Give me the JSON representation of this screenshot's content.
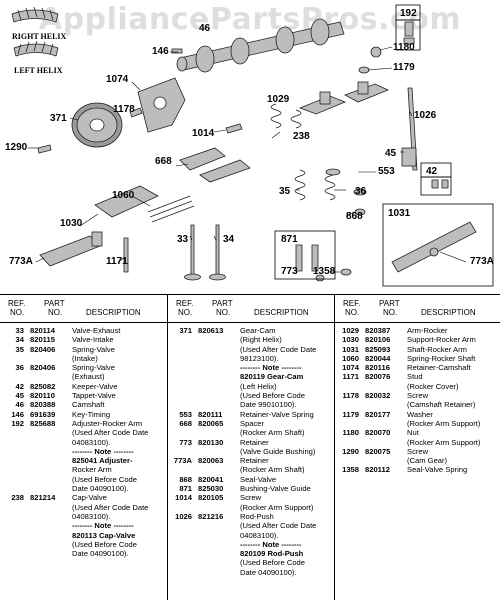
{
  "watermark": "AppliancePartsPros.com",
  "helix": {
    "right": "RIGHT HELIX",
    "left": "LEFT HELIX"
  },
  "callouts": {
    "c46": "46",
    "c146": "146",
    "c192": "192",
    "c1180": "1180",
    "c1179": "1179",
    "c1074": "1074",
    "c1178": "1178",
    "c371": "371",
    "c1290": "1290",
    "c1029": "1029",
    "c1026": "1026",
    "c1014": "1014",
    "c238": "238",
    "c45": "45",
    "c668": "668",
    "c553": "553",
    "c42": "42",
    "c1060": "1060",
    "c35": "35",
    "c36": "36",
    "c868": "868",
    "c1031": "1031",
    "c1030": "1030",
    "c33": "33",
    "c34": "34",
    "c871": "871",
    "c773a_left": "773A",
    "c1171": "1171",
    "c773": "773",
    "c1358": "1358",
    "c773a_right": "773A"
  },
  "table": {
    "headers": {
      "ref_top": "REF.",
      "ref_bottom": "NO.",
      "part_top": "PART",
      "part_bottom": "NO.",
      "description": "DESCRIPTION"
    },
    "columns": [
      [
        {
          "ref": "33",
          "part": "820114",
          "lines": [
            "Valve-Exhaust"
          ]
        },
        {
          "ref": "34",
          "part": "820115",
          "lines": [
            "Valve-Intake"
          ]
        },
        {
          "ref": "35",
          "part": "820406",
          "lines": [
            "Spring-Valve",
            "(Intake)"
          ]
        },
        {
          "ref": "36",
          "part": "820406",
          "lines": [
            "Spring-Valve",
            "(Exhaust)"
          ]
        },
        {
          "ref": "42",
          "part": "825082",
          "lines": [
            "Keeper-Valve"
          ]
        },
        {
          "ref": "45",
          "part": "820110",
          "lines": [
            "Tappet-Valve"
          ]
        },
        {
          "ref": "46",
          "part": "820388",
          "lines": [
            "Camshaft"
          ]
        },
        {
          "ref": "146",
          "part": "691639",
          "lines": [
            "Key-Timing"
          ]
        },
        {
          "ref": "192",
          "part": "825688",
          "lines": [
            "Adjuster-Rocker Arm",
            "(Used After Code Date",
            "04083100)."
          ]
        },
        {
          "ref": "",
          "part": "",
          "lines": [
            "-------- Note --------",
            "825041 Adjuster-",
            "Rocker Arm",
            "(Used Before Code",
            "Date 04090100)."
          ],
          "bold": [
            0,
            1
          ]
        },
        {
          "ref": "238",
          "part": "821214",
          "lines": [
            "Cap-Valve",
            "(Used After Code Date",
            "04083100)."
          ]
        },
        {
          "ref": "",
          "part": "",
          "lines": [
            "-------- Note --------",
            "820113 Cap-Valve",
            "(Used Before Code",
            "Date 04090100)."
          ],
          "bold": [
            0,
            1
          ]
        }
      ],
      [
        {
          "ref": "371",
          "part": "820613",
          "lines": [
            "Gear-Cam",
            "(Right Helix)",
            "(Used After Code Date",
            "98123100)."
          ]
        },
        {
          "ref": "",
          "part": "",
          "lines": [
            "-------- Note --------",
            "820119 Gear-Cam",
            "(Left Helix)",
            "(Used Before Code",
            "Date 99010100)."
          ],
          "bold": [
            0,
            1
          ]
        },
        {
          "ref": "553",
          "part": "820111",
          "lines": [
            "Retainer-Valve Spring"
          ]
        },
        {
          "ref": "668",
          "part": "820065",
          "lines": [
            "Spacer",
            "(Rocker Arm Shaft)"
          ]
        },
        {
          "ref": "773",
          "part": "820130",
          "lines": [
            "Retainer",
            "(Valve Guide Bushing)"
          ]
        },
        {
          "ref": "773A",
          "part": "820063",
          "lines": [
            "Retainer",
            "(Rocker Arm Shaft)"
          ]
        },
        {
          "ref": "868",
          "part": "820041",
          "lines": [
            "Seal-Valve"
          ]
        },
        {
          "ref": "871",
          "part": "825030",
          "lines": [
            "Bushing-Valve Guide"
          ]
        },
        {
          "ref": "1014",
          "part": "820105",
          "lines": [
            "Screw",
            "(Rocker Arm Support)"
          ]
        },
        {
          "ref": "1026",
          "part": "821216",
          "lines": [
            "Rod-Push",
            "(Used After Code Date",
            "04083100)."
          ]
        },
        {
          "ref": "",
          "part": "",
          "lines": [
            "-------- Note --------",
            "820109 Rod-Push",
            "(Used Before Code",
            "Date 04090100)."
          ],
          "bold": [
            0,
            1
          ]
        }
      ],
      [
        {
          "ref": "1029",
          "part": "820387",
          "lines": [
            "Arm-Rocker"
          ]
        },
        {
          "ref": "1030",
          "part": "820106",
          "lines": [
            "Support-Rocker Arm"
          ]
        },
        {
          "ref": "1031",
          "part": "825093",
          "lines": [
            "Shaft-Rocker Arm"
          ]
        },
        {
          "ref": "1060",
          "part": "820044",
          "lines": [
            "Spring-Rocker Shaft"
          ]
        },
        {
          "ref": "1074",
          "part": "820116",
          "lines": [
            "Retainer-Camshaft"
          ]
        },
        {
          "ref": "1171",
          "part": "820076",
          "lines": [
            "Stud",
            "(Rocker Cover)"
          ]
        },
        {
          "ref": "1178",
          "part": "820032",
          "lines": [
            "Screw",
            "(Camshaft Retainer)"
          ]
        },
        {
          "ref": "1179",
          "part": "820177",
          "lines": [
            "Washer",
            "(Rocker Arm Support)"
          ]
        },
        {
          "ref": "1180",
          "part": "820070",
          "lines": [
            "Nut",
            "(Rocker Arm Support)"
          ]
        },
        {
          "ref": "1290",
          "part": "820075",
          "lines": [
            "Screw",
            "(Cam Gear)"
          ]
        },
        {
          "ref": "1358",
          "part": "820112",
          "lines": [
            "Seal-Valve Spring"
          ]
        }
      ]
    ]
  }
}
